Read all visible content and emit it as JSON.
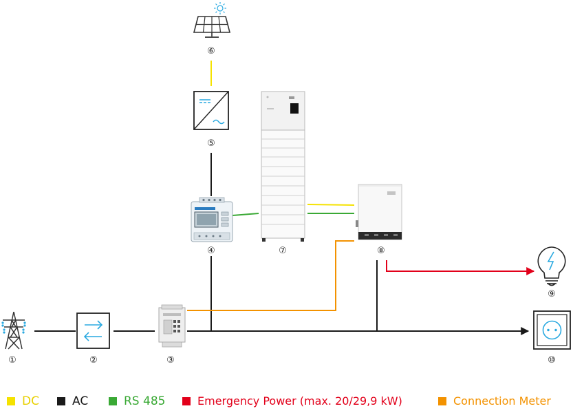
{
  "components": [
    {
      "id": "grid",
      "number": "①",
      "icon": "transmission-tower-icon"
    },
    {
      "id": "bidirectional-meter",
      "number": "②",
      "icon": "bidirectional-arrows-icon"
    },
    {
      "id": "connection-meter",
      "number": "③",
      "icon": "din-rail-meter-icon"
    },
    {
      "id": "smart-meter",
      "number": "④",
      "icon": "energy-meter-icon"
    },
    {
      "id": "pv-inverter",
      "number": "⑤",
      "icon": "dc-ac-inverter-icon"
    },
    {
      "id": "pv-array",
      "number": "⑥",
      "icon": "solar-panel-icon"
    },
    {
      "id": "battery",
      "number": "⑦",
      "icon": "battery-stack-icon"
    },
    {
      "id": "hybrid-inverter",
      "number": "⑧",
      "icon": "inverter-unit-icon"
    },
    {
      "id": "emergency-load",
      "number": "⑨",
      "icon": "light-bulb-icon"
    },
    {
      "id": "household-loads",
      "number": "⑩",
      "icon": "power-socket-icon"
    }
  ],
  "legend": [
    {
      "label": "DC",
      "color": "#f5e200",
      "text_color": "#e8d000"
    },
    {
      "label": "AC",
      "color": "#1a1a1a",
      "text_color": "#1a1a1a"
    },
    {
      "label": "RS 485",
      "color": "#3aa935",
      "text_color": "#3aa935"
    },
    {
      "label": "Emergency Power (max. 20/29,9 kW)",
      "color": "#e2001a",
      "text_color": "#e2001a"
    },
    {
      "label": "Connection Meter",
      "color": "#f39200",
      "text_color": "#f39200"
    }
  ]
}
